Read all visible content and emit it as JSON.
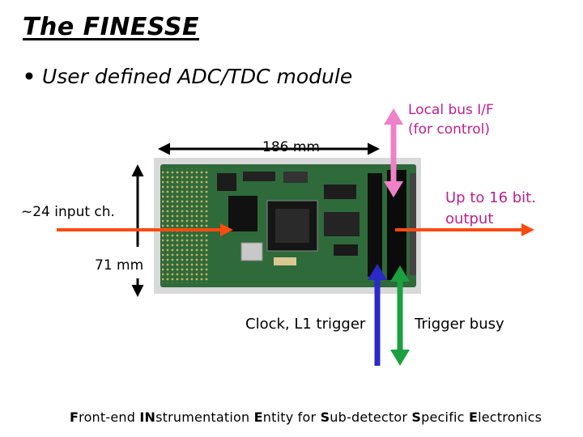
{
  "title": "The FINESSE",
  "bullet": {
    "symbol": "•",
    "text": "User defined ADC/TDC module"
  },
  "labels": {
    "width": "186 mm",
    "height": "71 mm",
    "input": "~24 input ch.",
    "local_bus": [
      "Local bus I/F",
      "(for control)"
    ],
    "output": [
      "Up to 16 bit.",
      "output"
    ],
    "clock": "Clock, L1 trigger",
    "busy": "Trigger busy"
  },
  "footer": [
    {
      "bold": "F",
      "rest": "ront-end "
    },
    {
      "bold": "IN",
      "rest": "strumentation "
    },
    {
      "bold": "E",
      "rest": "ntity for "
    },
    {
      "bold": "S",
      "rest": "ub-detector "
    },
    {
      "bold": "S",
      "rest": "pecific "
    },
    {
      "bold": "E",
      "rest": "lectronics"
    }
  ],
  "colors": {
    "input_arrow": "#ff4a10",
    "output_arrow": "#ff4a10",
    "local_bus_arrow": "#f080c8",
    "clock_arrow": "#2a2ac8",
    "busy_arrow": "#1aa040",
    "pcb": "#2f6a3a",
    "label_accent": "#c0208f"
  }
}
